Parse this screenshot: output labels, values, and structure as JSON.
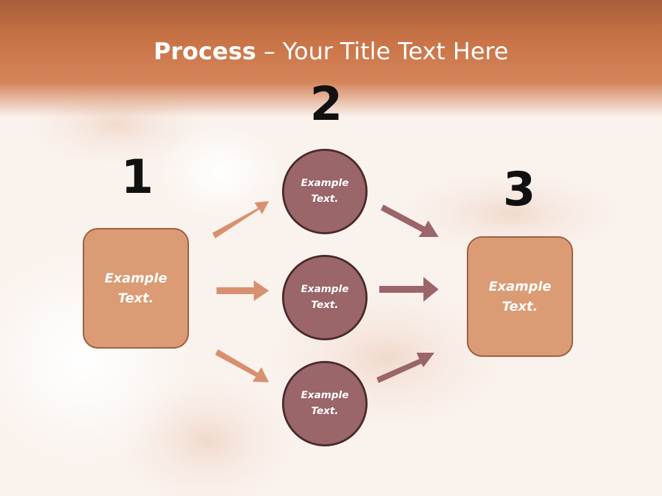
{
  "slide": {
    "title_bold": "Process",
    "title_rest": " – Your Title Text Here",
    "numbers": {
      "one": "1",
      "two": "2",
      "three": "3"
    },
    "left_box": {
      "label": "Example\nText."
    },
    "right_box": {
      "label": "Example\nText."
    },
    "circles": [
      {
        "label": "Example\nText."
      },
      {
        "label": "Example\nText."
      },
      {
        "label": "Example\nText."
      }
    ]
  },
  "colors": {
    "header": "#c97447",
    "box_fill": "#db9b74",
    "box_border": "#9a5c3e",
    "circle_fill": "#9b6669",
    "circle_border": "#4a2a2b",
    "arrow_left": "#d89170",
    "arrow_right": "#9b6669"
  }
}
